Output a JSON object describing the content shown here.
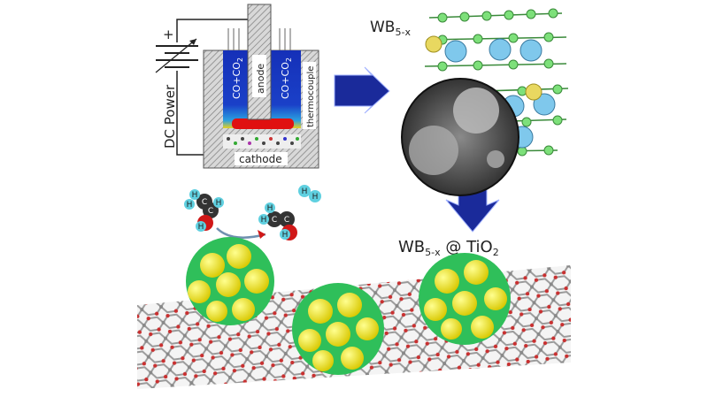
{
  "schematic": {
    "polarity": "+",
    "power_label": "DC Power",
    "gas_left": {
      "main": "CO+CO",
      "sub": "2"
    },
    "gas_right": {
      "main": "CO+CO",
      "sub": "2"
    },
    "anode_label": "anode",
    "thermocouple_label": "thermocouple",
    "cathode_label": "cathode"
  },
  "product": {
    "main": "WB",
    "sub": "5-x"
  },
  "composite": {
    "main": "WB",
    "sub": "5-x",
    "mid": " @ TiO",
    "sub2": "2"
  },
  "molecules": {
    "hydrogen": "H",
    "carbon": "C",
    "oxygen_hidden": ""
  },
  "colors": {
    "arrow": "#1a2a9a",
    "plasma_blue": "#1530b8",
    "plasma_hot": "#e01010",
    "cluster_yellow": "#f2e600",
    "cluster_green": "#2fbf5a",
    "lattice_red": "#c83030",
    "lattice_gray": "#9a9a9a",
    "hydrogen": "#5fd0e0",
    "carbon": "#333333",
    "oxygen": "#d01818",
    "boron_green": "#7de07a",
    "tungsten_blue": "#7fc8ec",
    "tungsten_yellow": "#e8d860"
  }
}
